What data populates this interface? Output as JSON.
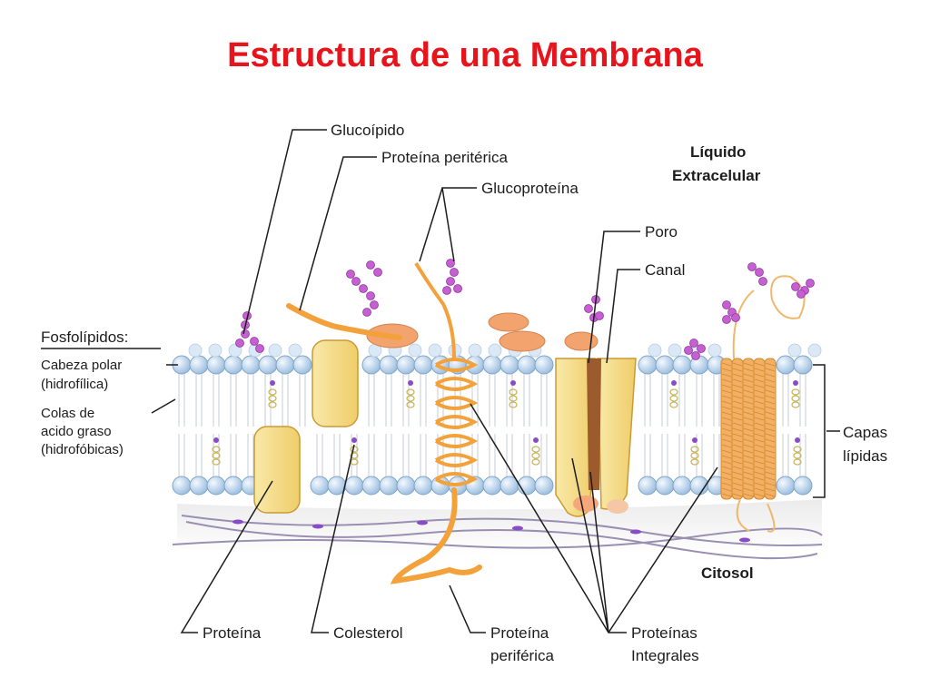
{
  "title": "Estructura de una Membrana",
  "labels": {
    "glucolipido": "Glucoípido",
    "proteina_periferica_top": "Proteína peritérica",
    "glucoproteina": "Glucoproteína",
    "liquido_line1": "Líquido",
    "liquido_line2": "Extracelular",
    "poro": "Poro",
    "canal": "Canal",
    "fosfolipidos": "Fosfolípidos:",
    "cabeza_polar": "Cabeza polar",
    "hidrofilica": "(hidrofílica)",
    "colas_line1": "Colas de",
    "colas_line2": "acido graso",
    "colas_line3": "(hidrofóbicas)",
    "capas_line1": "Capas",
    "capas_line2": "lípidas",
    "citosol": "Citosol",
    "proteina": "Proteína",
    "colesterol": "Colesterol",
    "proteina_periferica_bottom_line1": "Proteína",
    "proteina_periferica_bottom_line2": "periférica",
    "proteinas_integrales_line1": "Proteínas",
    "proteinas_integrales_line2": "Integrales"
  },
  "colors": {
    "title": "#e8141c",
    "head": "#b9d4ec",
    "head_stroke": "#7fa4c6",
    "protein": "#f6df8e",
    "protein_stroke": "#c99a35",
    "helix": "#f3a13a",
    "sugar": "#b956c6",
    "cholesterol": "#e9d66a"
  }
}
